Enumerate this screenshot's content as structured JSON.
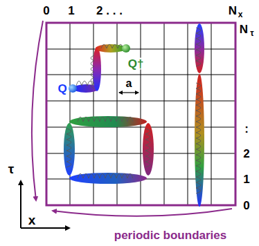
{
  "diagram": {
    "labels": [
      "0",
      "1",
      "2 . . .",
      "N",
      "x",
      "N",
      "τ",
      "Q",
      "Q†",
      "a",
      ":",
      "2",
      "1",
      "0",
      "τ",
      "x",
      "periodic boundaries"
    ]
  }
}
